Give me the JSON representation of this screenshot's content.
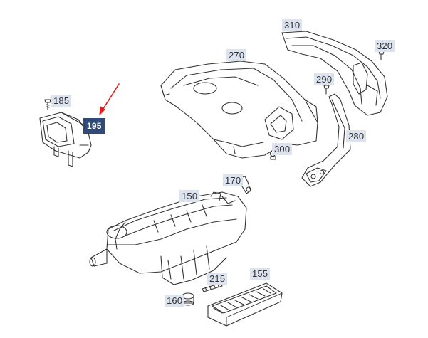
{
  "callouts": {
    "p150": "150",
    "p155": "155",
    "p160": "160",
    "p170": "170",
    "p185": "185",
    "p195": "195",
    "p215": "215",
    "p270": "270",
    "p280": "280",
    "p290": "290",
    "p300": "300",
    "p310": "310",
    "p320": "320"
  },
  "highlighted_part": "195",
  "colors": {
    "line": "#333333",
    "callout_bg": "#dde3ee",
    "highlight_bg": "#2f4a78",
    "arrow": "#e02020"
  }
}
